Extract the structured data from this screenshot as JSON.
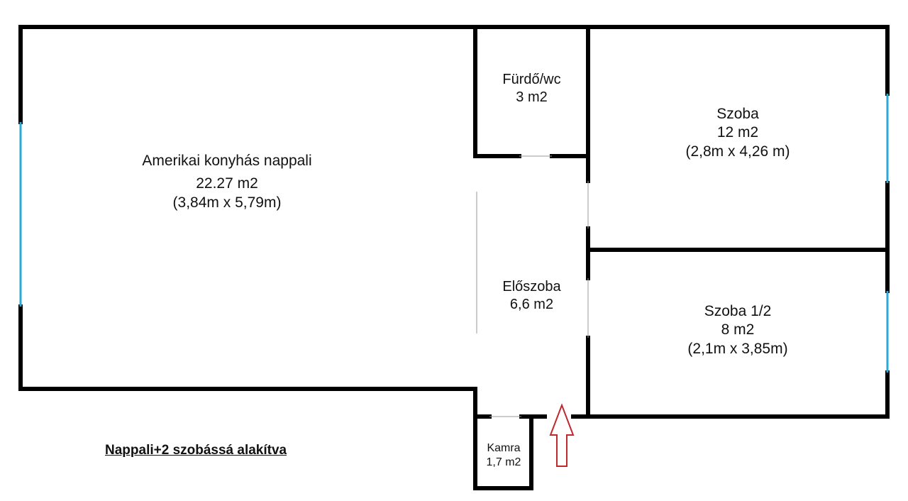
{
  "rooms": {
    "living": {
      "name": "Amerikai konyhás nappali",
      "area": "22.27 m2",
      "dims": "(3,84m x 5,79m)"
    },
    "bathroom": {
      "name": "Fürdő/wc",
      "area": "3 m2"
    },
    "room1": {
      "name": "Szoba",
      "area": "12 m2",
      "dims": "(2,8m x 4,26 m)"
    },
    "hall": {
      "name": "Előszoba",
      "area": "6,6 m2"
    },
    "room2": {
      "name": "Szoba 1/2",
      "area": "8 m2",
      "dims": "(2,1m x 3,85m)"
    },
    "pantry": {
      "name": "Kamra",
      "area": "1,7 m2"
    }
  },
  "caption": "Nappali+2 szobássá alakítva",
  "colors": {
    "wall": "#000000",
    "window": "#29a9d6",
    "entrance_arrow": "#c0282d"
  }
}
